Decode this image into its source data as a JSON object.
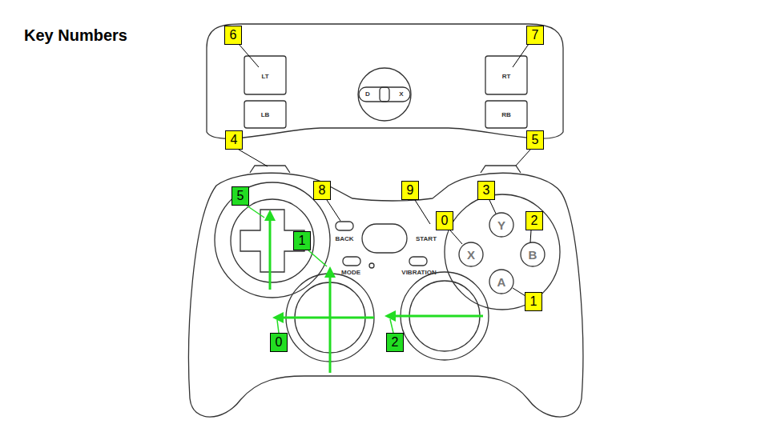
{
  "diagram": {
    "title": "Key Numbers",
    "labels": [
      "6",
      "7",
      "4",
      "5",
      "8",
      "9",
      "3",
      "0",
      "2",
      "1",
      "5",
      "1",
      "0",
      "2",
      "LT",
      "RT",
      "LB",
      "RB",
      "D",
      "X",
      "BACK",
      "START",
      "MODE",
      "VIBRATION",
      "X",
      "Y",
      "B",
      "A"
    ]
  }
}
